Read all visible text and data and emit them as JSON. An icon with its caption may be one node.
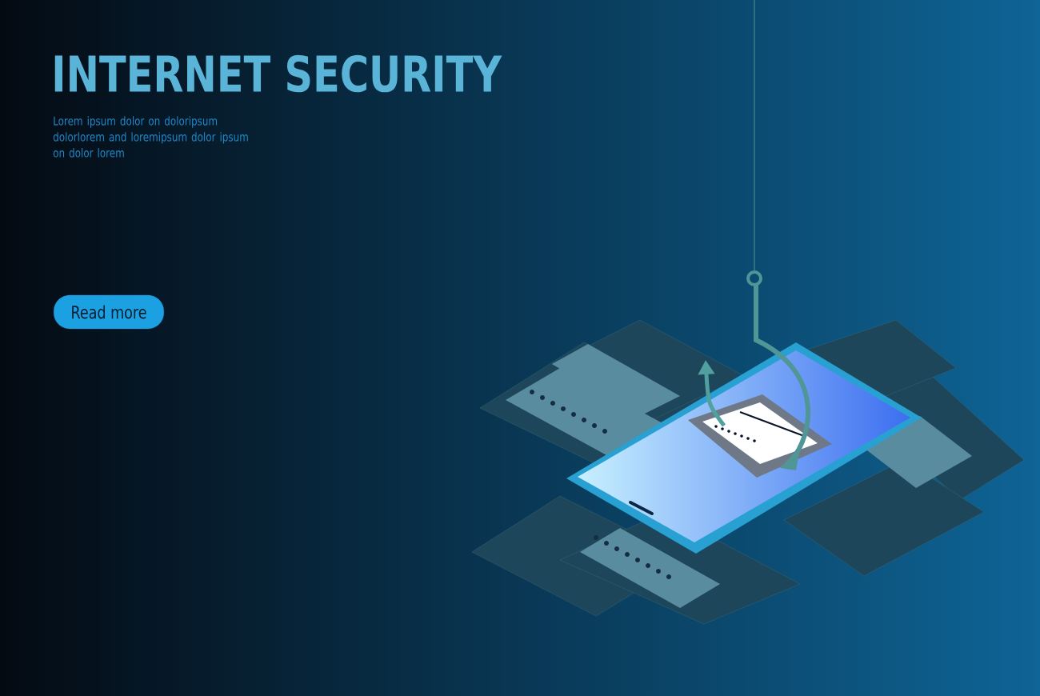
{
  "diagram": {
    "title": "INTERNET SECURITY",
    "nodes": [
      {
        "text": [
          "Read more"
        ]
      }
    ],
    "labels": [
      "Lorem ipsum dolor on doloripsum dolorlorem and loremipsum dolor ipsum on dolor lorem"
    ]
  }
}
